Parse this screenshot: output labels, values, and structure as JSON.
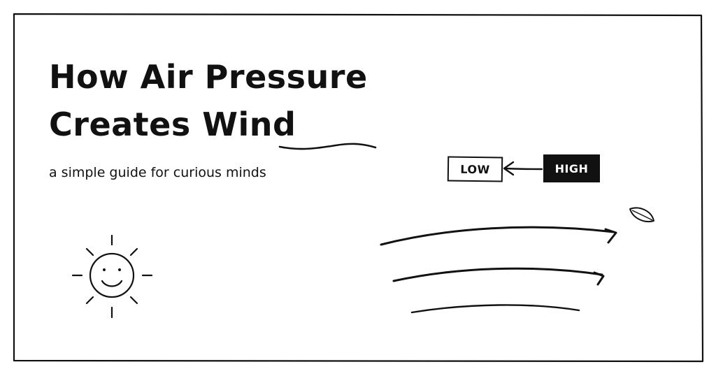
{
  "title": {
    "line1": "How Air Pressure",
    "line2": "Creates Wind"
  },
  "subtitle": "a simple guide for curious minds",
  "pressure": {
    "low_label": "LOW",
    "high_label": "HIGH"
  },
  "icons": [
    "sun-icon",
    "leaf-icon",
    "wind-lines-icon",
    "arrow-left-icon"
  ],
  "colors": {
    "ink": "#111111",
    "paper": "#ffffff"
  }
}
